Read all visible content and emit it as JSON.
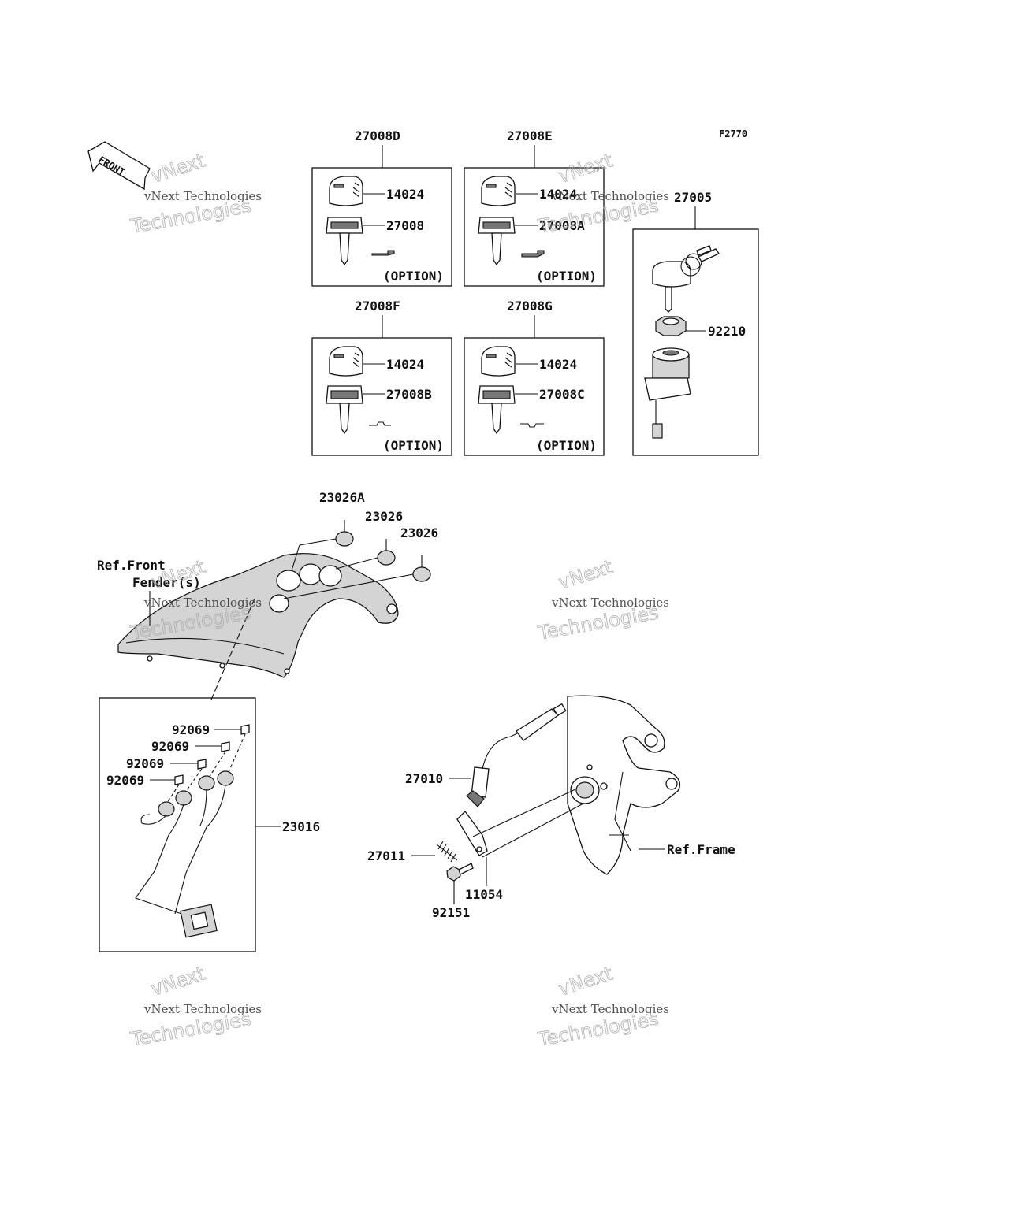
{
  "figure_code": "F2770",
  "front_arrow_label": "FRONT",
  "watermark": {
    "line1": "vNext",
    "line2": "vNext Technologies",
    "line3": "Technologies"
  },
  "groups": {
    "set_d": {
      "code": "27008D",
      "cap": "14024",
      "key": "27008",
      "option": "(OPTION)"
    },
    "set_e": {
      "code": "27008E",
      "cap": "14024",
      "key": "27008A",
      "option": "(OPTION)"
    },
    "set_f": {
      "code": "27008F",
      "cap": "14024",
      "key": "27008B",
      "option": "(OPTION)"
    },
    "set_g": {
      "code": "27008G",
      "cap": "14024",
      "key": "27008C",
      "option": "(OPTION)"
    },
    "switch": {
      "code": "27005",
      "nut": "92210"
    }
  },
  "parts": {
    "cap_a": "23026A",
    "cap_1": "23026",
    "cap_2": "23026",
    "ref_front_fender_1": "Ref.Front",
    "ref_front_fender_2": "Fender(s)",
    "wire_terminals": [
      "92069",
      "92069",
      "92069",
      "92069"
    ],
    "harness": "23016",
    "lock_cable": "27010",
    "spring": "27011",
    "bracket": "11054",
    "bolt": "92151",
    "ref_frame": "Ref.Frame"
  }
}
